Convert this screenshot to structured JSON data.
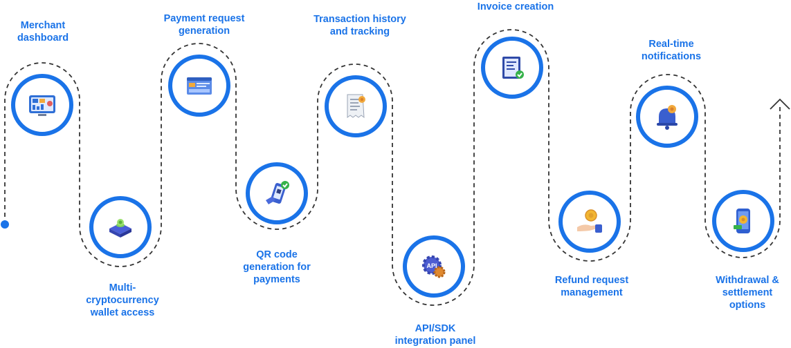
{
  "accent_color": "#1a73e8",
  "path_color": "#333333",
  "steps": [
    {
      "label": "Merchant\ndashboard",
      "icon": "dashboard-icon"
    },
    {
      "label": "Multi-\ncryptocurrency\nwallet access",
      "icon": "wallet-icon"
    },
    {
      "label": "Payment request\ngeneration",
      "icon": "payment-window-icon"
    },
    {
      "label": "QR code\ngeneration for\npayments",
      "icon": "qr-phone-icon"
    },
    {
      "label": "Transaction history\nand tracking",
      "icon": "receipt-icon"
    },
    {
      "label": "API/SDK\nintegration panel",
      "icon": "api-gear-icon"
    },
    {
      "label": "Invoice creation",
      "icon": "invoice-icon"
    },
    {
      "label": "Refund request\nmanagement",
      "icon": "refund-hand-icon"
    },
    {
      "label": "Real-time\nnotifications",
      "icon": "bell-icon"
    },
    {
      "label": "Withdrawal &\nsettlement\noptions",
      "icon": "phone-coin-icon"
    }
  ]
}
